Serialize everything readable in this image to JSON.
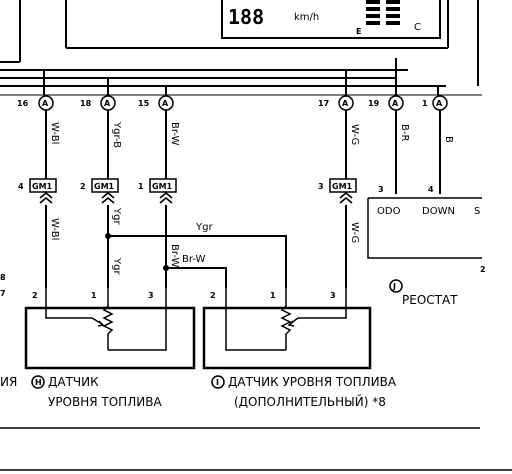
{
  "meter": {
    "lcd_digits": "188",
    "unit": "km/h",
    "bar_marks": "E",
    "fuel_mark": "C"
  },
  "pins": [
    {
      "num": "16",
      "letter": "A"
    },
    {
      "num": "18",
      "letter": "A"
    },
    {
      "num": "15",
      "letter": "A"
    },
    {
      "num": "17",
      "letter": "A"
    },
    {
      "num": "19",
      "letter": "A"
    },
    {
      "num": "1",
      "letter": "A"
    }
  ],
  "wires": {
    "w1_upper": "W-Bl",
    "w2_upper": "Ygr-B",
    "w3_upper": "Br-W",
    "w4_upper": "W-G",
    "w5_upper": "B-R",
    "w6_upper": "B",
    "w1_lower": "W-Bl",
    "w2_lower": "Ygr",
    "w2_lower_b": "Ygr",
    "w3_lower": "Br-W",
    "ygr_horizontal": "Ygr",
    "brw_horizontal": "Br-W",
    "w4_lower": "W-G"
  },
  "connectors": [
    {
      "num": "4",
      "code": "GM1"
    },
    {
      "num": "2",
      "code": "GM1"
    },
    {
      "num": "1",
      "code": "GM1"
    },
    {
      "num": "3",
      "code": "GM1"
    }
  ],
  "rheostat": {
    "pin_left": "3",
    "pin_right": "4",
    "label_odo": "ODO",
    "label_down": "DOWN",
    "label_edge": "S",
    "marker": "J",
    "title": "РЕОСТАТ"
  },
  "sensor_h": {
    "pins": [
      "2",
      "1",
      "3"
    ],
    "marker": "H",
    "prefix": "ИЯ",
    "line1": "ДАТЧИК",
    "line2": "УРОВНЯ ТОПЛИВА"
  },
  "sensor_i": {
    "pins": [
      "2",
      "1",
      "3"
    ],
    "marker": "I",
    "line1": "ДАТЧИК УРОВНЯ ТОПЛИВА",
    "line2": "(ДОПОЛНИТЕЛЬНЫЙ) *8"
  },
  "edge": {
    "left_a": "8",
    "left_b": "7",
    "right_a": "2"
  }
}
